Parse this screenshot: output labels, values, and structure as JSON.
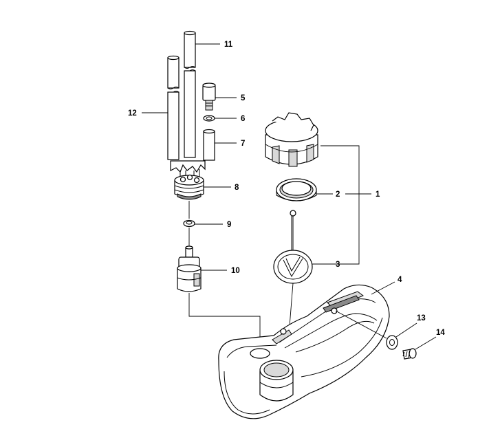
{
  "diagram": {
    "callouts": [
      {
        "id": "1",
        "label": "1"
      },
      {
        "id": "2",
        "label": "2"
      },
      {
        "id": "3",
        "label": "3"
      },
      {
        "id": "4",
        "label": "4"
      },
      {
        "id": "5",
        "label": "5"
      },
      {
        "id": "6",
        "label": "6"
      },
      {
        "id": "7",
        "label": "7"
      },
      {
        "id": "8",
        "label": "8"
      },
      {
        "id": "9",
        "label": "9"
      },
      {
        "id": "10",
        "label": "10"
      },
      {
        "id": "11",
        "label": "11"
      },
      {
        "id": "12",
        "label": "12"
      },
      {
        "id": "13",
        "label": "13"
      },
      {
        "id": "14",
        "label": "14"
      }
    ]
  },
  "colors": {
    "line": "#000000",
    "shade": "#d9d9d9",
    "dark_shade": "#8a8a8a",
    "background": "#ffffff"
  }
}
